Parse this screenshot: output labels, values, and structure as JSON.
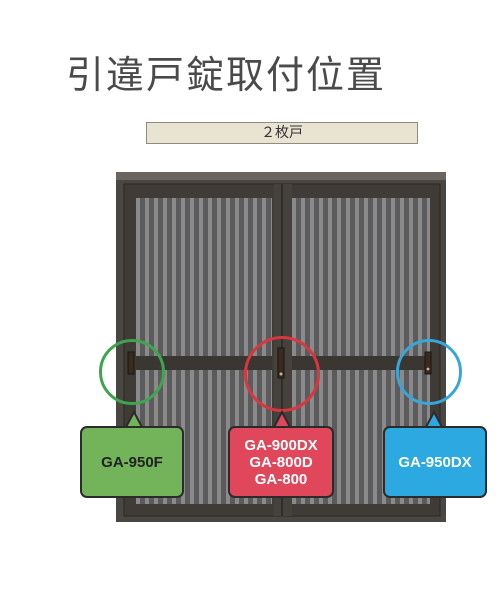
{
  "title": "引違戸錠取付位置",
  "banner": "２枚戸",
  "locks": {
    "left": {
      "label_lines": [
        "GA-950F"
      ],
      "color": "#73b45a",
      "ring_color": "#3ea54e"
    },
    "center": {
      "label_lines": [
        "GA-900DX",
        "GA-800D",
        "GA-800"
      ],
      "color": "#e0475a",
      "ring_color": "#d8373f"
    },
    "right": {
      "label_lines": [
        "GA-950DX"
      ],
      "color": "#2ba9e0",
      "ring_color": "#37a6d8"
    }
  }
}
